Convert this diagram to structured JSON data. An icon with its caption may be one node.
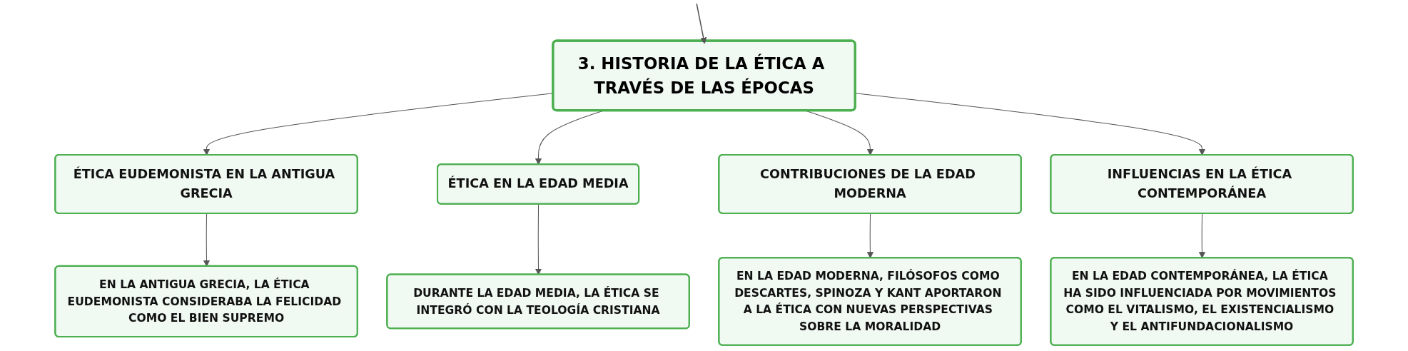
{
  "diagram": {
    "nodes": [
      {
        "text": [
          "3. HISTORIA DE LA ÉTICA A TRAVÉS DE LAS ÉPOCAS"
        ]
      },
      {
        "text": [
          "ÉTICA EUDEMONISTA EN LA ANTIGUA GRECIA"
        ]
      },
      {
        "text": [
          "ÉTICA EN LA EDAD MEDIA"
        ]
      },
      {
        "text": [
          "CONTRIBUCIONES DE LA EDAD MODERNA"
        ]
      },
      {
        "text": [
          "INFLUENCIAS EN LA ÉTICA CONTEMPORÁNEA"
        ]
      },
      {
        "text": [
          "EN LA ANTIGUA GRECIA, LA ÉTICA EUDEMONISTA CONSIDERABA LA FELICIDAD COMO EL BIEN SUPREMO"
        ]
      },
      {
        "text": [
          "DURANTE LA EDAD MEDIA, LA ÉTICA SE INTEGRÓ CON LA TEOLOGÍA CRISTIANA"
        ]
      },
      {
        "text": [
          "EN LA EDAD MODERNA, FILÓSOFOS COMO DESCARTES, SPINOZA Y KANT APORTARON A LA ÉTICA CON NUEVAS PERSPECTIVAS SOBRE LA MORALIDAD"
        ]
      },
      {
        "text": [
          "EN LA EDAD CONTEMPORÁNEA, LA ÉTICA HA SIDO INFLUENCIADA POR MOVIMIENTOS COMO EL VITALISMO, EL EXISTENCIALISMO Y EL ANTIFUNDACIONALISMO"
        ]
      }
    ],
    "edges": [
      {
        "from": null,
        "to": 0,
        "arrow": "to"
      },
      {
        "from": 0,
        "to": 1,
        "arrow": "to"
      },
      {
        "from": 0,
        "to": 2,
        "arrow": "to"
      },
      {
        "from": 0,
        "to": 3,
        "arrow": "to"
      },
      {
        "from": 0,
        "to": 4,
        "arrow": "to"
      },
      {
        "from": 1,
        "to": 5,
        "arrow": "to"
      },
      {
        "from": 2,
        "to": 6,
        "arrow": "to"
      },
      {
        "from": 3,
        "to": 7,
        "arrow": "to"
      },
      {
        "from": 4,
        "to": 8,
        "arrow": "to"
      }
    ]
  }
}
